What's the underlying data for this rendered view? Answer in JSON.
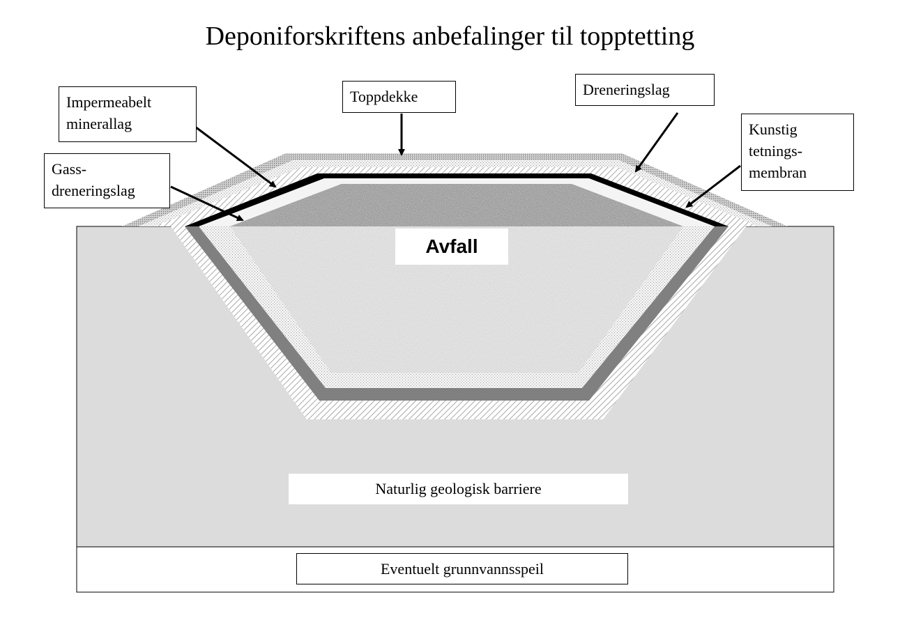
{
  "title": "Deponiforskriftens anbefalinger til topptetting",
  "labels": {
    "impermeabelt_line1": "Impermeabelt",
    "impermeabelt_line2": "minerallag",
    "toppdekke": "Toppdekke",
    "dreneringslag": "Dreneringslag",
    "kunstig_line1": "Kunstig",
    "kunstig_line2": "tetnings-",
    "kunstig_line3": "membran",
    "gass_line1": "Gass-",
    "gass_line2": "dreneringslag",
    "avfall": "Avfall",
    "naturlig": "Naturlig geologisk barriere",
    "grunnvann": "Eventuelt grunnvannsspeil"
  },
  "colors": {
    "ground": "#dcdcdc",
    "membrane": "#000000",
    "bottom_liner": "#808080",
    "waste": "#d4d4d4",
    "waste_top": "#8a8a8a"
  }
}
